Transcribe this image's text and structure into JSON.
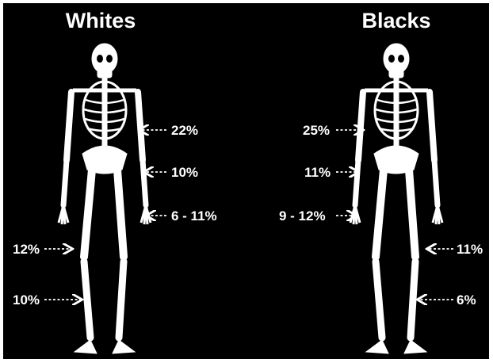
{
  "panels": [
    {
      "title": "Whites",
      "labels": [
        "22%",
        "10%",
        "6 - 11%",
        "12%",
        "10%"
      ]
    },
    {
      "title": "Blacks",
      "labels": [
        "25%",
        "11%",
        "9 - 12%",
        "11%",
        "6%"
      ]
    }
  ],
  "colors": {
    "background": "#000000",
    "foreground": "#ffffff",
    "frame": "#ffffff"
  }
}
